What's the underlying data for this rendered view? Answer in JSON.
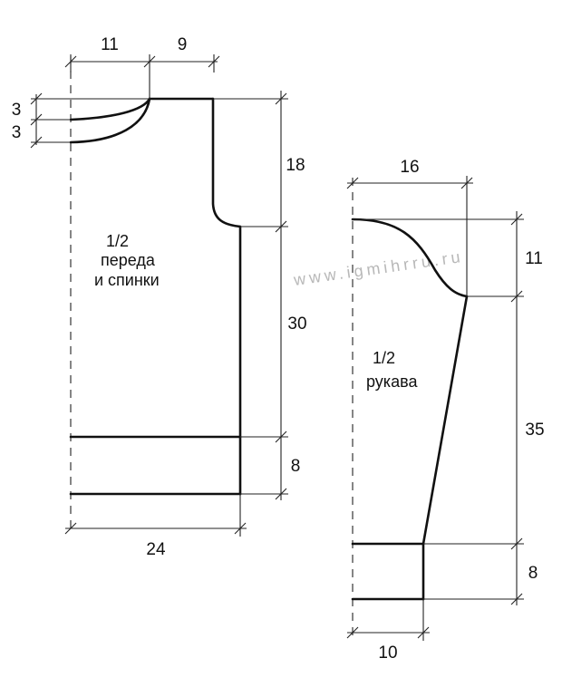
{
  "body_piece": {
    "label_line1": "1/2",
    "label_line2": "переда",
    "label_line3": "и спинки",
    "dim_neck_width": "11",
    "dim_shoulder_width": "9",
    "dim_neck_drop_1": "3",
    "dim_neck_drop_2": "3",
    "dim_armhole_height": "18",
    "dim_side_height": "30",
    "dim_rib_height": "8",
    "dim_half_width": "24"
  },
  "sleeve_piece": {
    "label_line1": "1/2",
    "label_line2": "рукава",
    "dim_top_width": "16",
    "dim_cap_height": "11",
    "dim_sleeve_length": "35",
    "dim_cuff_height": "8",
    "dim_cuff_width": "10"
  },
  "watermark": "www.igmihrru.ru"
}
